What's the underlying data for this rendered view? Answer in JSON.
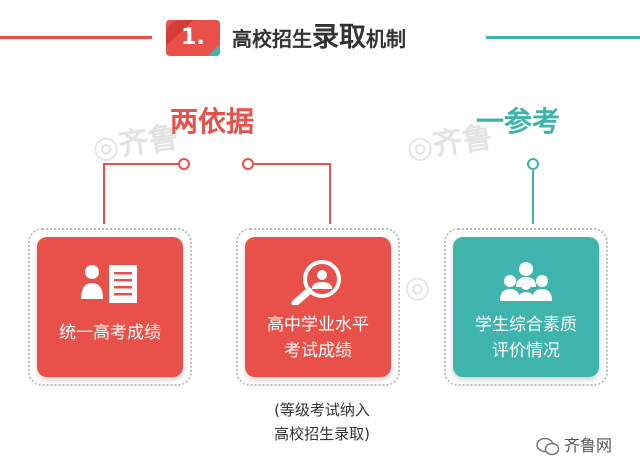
{
  "header": {
    "number": "1.",
    "title_part1": "高校招生",
    "title_emph": "录取",
    "title_part2": "机制"
  },
  "sections": {
    "basis_title": "两依据",
    "reference_title": "一参考"
  },
  "cards": [
    {
      "label_line1": "统一高考成绩",
      "label_line2": ""
    },
    {
      "label_line1": "高中学业水平",
      "label_line2": "考试成绩"
    },
    {
      "label_line1": "学生综合素质",
      "label_line2": "评价情况"
    }
  ],
  "note": {
    "line1": "(等级考试纳入",
    "line2": "高校招生录取)"
  },
  "footer": {
    "brand": "齐鲁网"
  },
  "colors": {
    "red": "#e8504a",
    "teal": "#3fb4ac"
  }
}
